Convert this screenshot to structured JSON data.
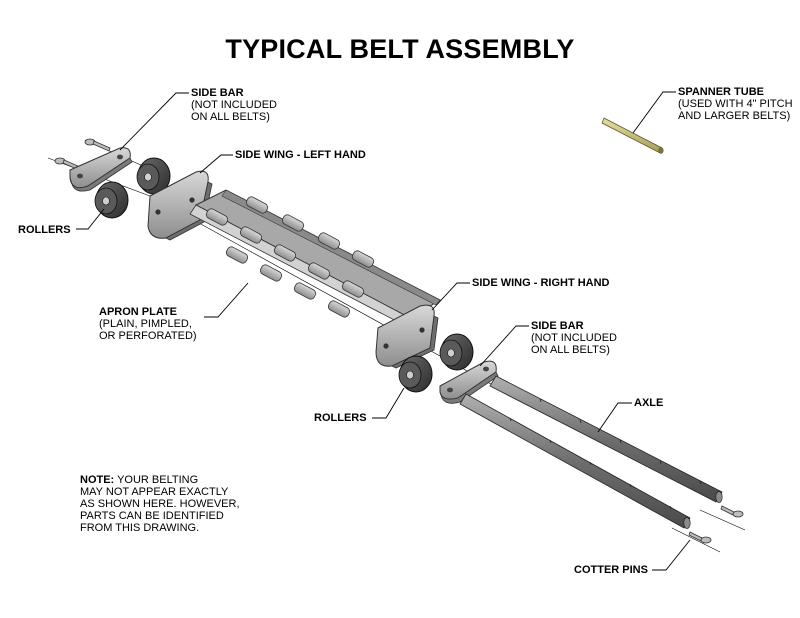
{
  "title": "TYPICAL BELT ASSEMBLY",
  "labels": {
    "side_bar_top": {
      "name": "SIDE BAR",
      "lines": [
        "(NOT INCLUDED",
        "ON ALL BELTS)"
      ]
    },
    "spanner_tube": {
      "name": "SPANNER TUBE",
      "lines": [
        "(USED WITH 4\" PITCH",
        "AND LARGER BELTS)"
      ]
    },
    "side_wing_left": {
      "name": "SIDE WING - LEFT HAND"
    },
    "rollers_left": {
      "name": "ROLLERS"
    },
    "side_wing_right": {
      "name": "SIDE WING - RIGHT HAND"
    },
    "apron_plate": {
      "name": "APRON PLATE",
      "lines": [
        "(PLAIN, PIMPLED,",
        "OR PERFORATED)"
      ]
    },
    "side_bar_right": {
      "name": "SIDE BAR",
      "lines": [
        "(NOT INCLUDED",
        "ON ALL BELTS)"
      ]
    },
    "rollers_right": {
      "name": "ROLLERS"
    },
    "axle": {
      "name": "AXLE"
    },
    "cotter_pins": {
      "name": "COTTER PINS"
    }
  },
  "note": {
    "label": "NOTE:",
    "first": " YOUR BELTING",
    "lines": [
      "MAY NOT APPEAR EXACTLY",
      "AS SHOWN HERE. HOWEVER,",
      "PARTS CAN BE IDENTIFIED",
      "FROM THIS DRAWING."
    ]
  },
  "colors": {
    "steel_light": "#c9c9c9",
    "steel_mid": "#9a9a9a",
    "steel_dark": "#5a5a5a",
    "roller_dark": "#3d3d3d",
    "tube_yellow": "#c8c07a",
    "line": "#000000"
  }
}
